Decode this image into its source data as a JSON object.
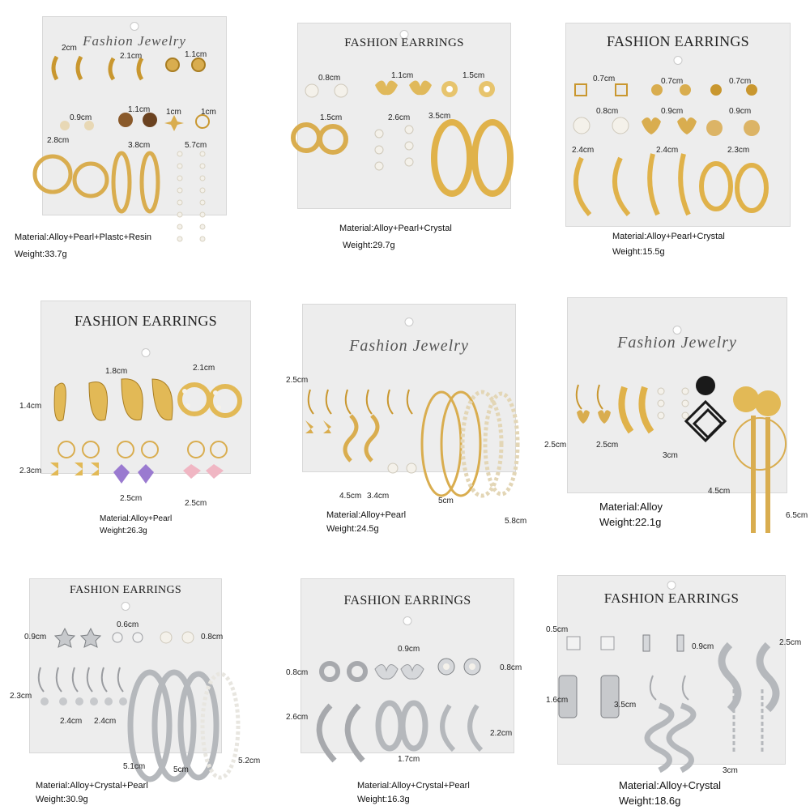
{
  "palette": {
    "gold": "#d9ad4f",
    "gold_dark": "#a87d22",
    "gold_light": "#f3d98f",
    "silver": "#c7c9cc",
    "silver_dark": "#7d8084",
    "pearl": "#f4f1ea",
    "card": "#ededed"
  },
  "tiles": [
    {
      "brand": "Fashion Jewelry",
      "material": "Material:Alloy+Pearl+Plastc+Resin",
      "weight": "Weight:33.7g",
      "measures": [
        "2cm",
        "2.1cm",
        "1.1cm",
        "0.9cm",
        "1.1cm",
        "1cm",
        "1cm",
        "2.8cm",
        "3.8cm",
        "5.7cm"
      ]
    },
    {
      "brand": "FASHION EARRINGS",
      "material": "Material:Alloy+Pearl+Crystal",
      "weight": "Weight:29.7g",
      "measures": [
        "0.8cm",
        "1.1cm",
        "1.5cm",
        "1.5cm",
        "2.6cm",
        "3.5cm"
      ]
    },
    {
      "brand": "FASHION EARRINGS",
      "material": "Material:Alloy+Pearl+Crystal",
      "weight": "Weight:15.5g",
      "measures": [
        "0.7cm",
        "0.7cm",
        "0.7cm",
        "0.8cm",
        "0.9cm",
        "0.9cm",
        "2.4cm",
        "2.4cm",
        "2.3cm"
      ]
    },
    {
      "brand": "FASHION EARRINGS",
      "material": "Material:Alloy+Pearl",
      "weight": "Weight:26.3g",
      "measures": [
        "1.8cm",
        "2.1cm",
        "1.4cm",
        "2.3cm",
        "2.5cm",
        "2.5cm"
      ]
    },
    {
      "brand": "Fashion Jewelry",
      "material": "Material:Alloy+Pearl",
      "weight": "Weight:24.5g",
      "measures": [
        "2.5cm",
        "4.5cm",
        "3.4cm",
        "5cm",
        "5.8cm"
      ]
    },
    {
      "brand": "Fashion Jewelry",
      "material": "Material:Alloy",
      "weight": "Weight:22.1g",
      "measures": [
        "2.5cm",
        "2.5cm",
        "3cm",
        "4.5cm",
        "6.5cm"
      ]
    },
    {
      "brand": "FASHION EARRINGS",
      "material": "Material:Alloy+Crystal+Pearl",
      "weight": "Weight:30.9g",
      "measures": [
        "0.9cm",
        "0.6cm",
        "0.8cm",
        "2.3cm",
        "2.4cm",
        "2.4cm",
        "5.1cm",
        "5cm",
        "5.2cm"
      ]
    },
    {
      "brand": "FASHION EARRINGS",
      "material": "Material:Alloy+Crystal+Pearl",
      "weight": "Weight:16.3g",
      "measures": [
        "0.9cm",
        "0.8cm",
        "0.8cm",
        "2.6cm",
        "1.7cm",
        "2.2cm"
      ]
    },
    {
      "brand": "FASHION EARRINGS",
      "material": "Material:Alloy+Crystal",
      "weight": "Weight:18.6g",
      "measures": [
        "0.5cm",
        "0.9cm",
        "2.5cm",
        "1.6cm",
        "3.5cm",
        "3cm"
      ]
    }
  ]
}
